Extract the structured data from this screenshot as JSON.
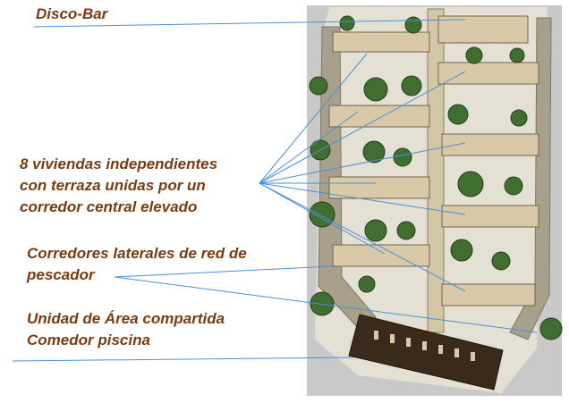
{
  "labels": {
    "disco_bar": "Disco-Bar",
    "viviendas": [
      "8 viviendas independientes",
      "con terraza unidas por un",
      "corredor central elevado"
    ],
    "corredores": [
      "Corredores laterales de red de",
      "pescador"
    ],
    "unidad": [
      "Unidad de Área compartida",
      "Comedor piscina"
    ]
  },
  "colors": {
    "label_text": "#7a3b12",
    "leader_line": "#4a90d9",
    "site_background": "#c9c9c9",
    "module_fill": "#d9c9a8",
    "tree_green": "#3f6e30",
    "net_corridor": "#a8a08a",
    "pool_block": "#3a2a1a"
  }
}
